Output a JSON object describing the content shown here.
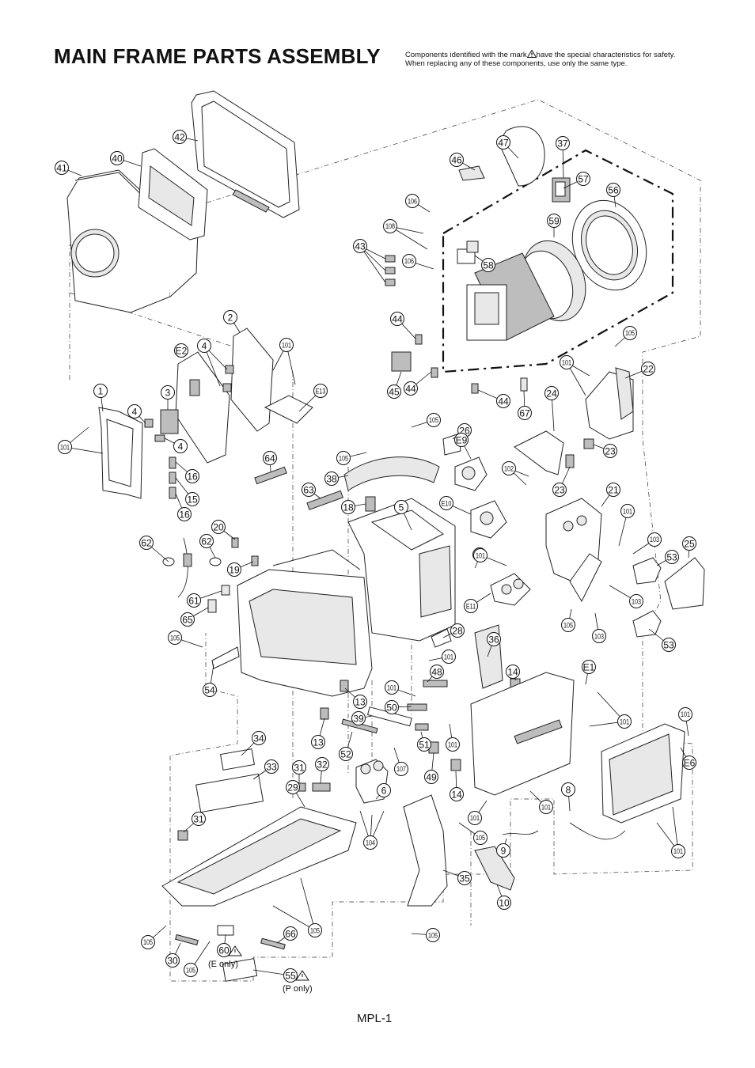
{
  "title": "MAIN FRAME PARTS ASSEMBLY",
  "note": {
    "line1_before": "Components identified with the mark",
    "line1_after": "have the special characteristics for safety.",
    "line2": "When replacing any of these components, use only the same type."
  },
  "footer": "MPL-1",
  "annotations": {
    "e_only": "(E only)",
    "p_only": "(P only)"
  },
  "callouts": [
    {
      "label": "42"
    },
    {
      "label": "40"
    },
    {
      "label": "41"
    },
    {
      "label": "47"
    },
    {
      "label": "37"
    },
    {
      "label": "46"
    },
    {
      "label": "57"
    },
    {
      "label": "56"
    },
    {
      "label": "106"
    },
    {
      "label": "108"
    },
    {
      "label": "59"
    },
    {
      "label": "43"
    },
    {
      "label": "106"
    },
    {
      "label": "58"
    },
    {
      "label": "2"
    },
    {
      "label": "44"
    },
    {
      "label": "101"
    },
    {
      "label": "E2"
    },
    {
      "label": "4"
    },
    {
      "label": "105"
    },
    {
      "label": "45"
    },
    {
      "label": "44"
    },
    {
      "label": "44"
    },
    {
      "label": "101"
    },
    {
      "label": "22"
    },
    {
      "label": "1"
    },
    {
      "label": "3"
    },
    {
      "label": "E13"
    },
    {
      "label": "24"
    },
    {
      "label": "4"
    },
    {
      "label": "67"
    },
    {
      "label": "105"
    },
    {
      "label": "101"
    },
    {
      "label": "4"
    },
    {
      "label": "26"
    },
    {
      "label": "E9"
    },
    {
      "label": "105"
    },
    {
      "label": "23"
    },
    {
      "label": "102"
    },
    {
      "label": "64"
    },
    {
      "label": "38"
    },
    {
      "label": "16"
    },
    {
      "label": "23"
    },
    {
      "label": "15"
    },
    {
      "label": "63"
    },
    {
      "label": "21"
    },
    {
      "label": "101"
    },
    {
      "label": "16"
    },
    {
      "label": "18"
    },
    {
      "label": "5"
    },
    {
      "label": "E10"
    },
    {
      "label": "105"
    },
    {
      "label": "20"
    },
    {
      "label": "103"
    },
    {
      "label": "25"
    },
    {
      "label": "62"
    },
    {
      "label": "62"
    },
    {
      "label": "53"
    },
    {
      "label": "19"
    },
    {
      "label": "101"
    },
    {
      "label": "61"
    },
    {
      "label": "103"
    },
    {
      "label": "65"
    },
    {
      "label": "E11"
    },
    {
      "label": "105"
    },
    {
      "label": "103"
    },
    {
      "label": "28"
    },
    {
      "label": "36"
    },
    {
      "label": "105"
    },
    {
      "label": "53"
    },
    {
      "label": "101"
    },
    {
      "label": "14"
    },
    {
      "label": "E1"
    },
    {
      "label": "48"
    },
    {
      "label": "54"
    },
    {
      "label": "101"
    },
    {
      "label": "13"
    },
    {
      "label": "50"
    },
    {
      "label": "101"
    },
    {
      "label": "101"
    },
    {
      "label": "39"
    },
    {
      "label": "13"
    },
    {
      "label": "51"
    },
    {
      "label": "101"
    },
    {
      "label": "E6"
    },
    {
      "label": "34"
    },
    {
      "label": "52"
    },
    {
      "label": "107"
    },
    {
      "label": "49"
    },
    {
      "label": "33"
    },
    {
      "label": "31"
    },
    {
      "label": "32"
    },
    {
      "label": "29"
    },
    {
      "label": "6"
    },
    {
      "label": "14"
    },
    {
      "label": "8"
    },
    {
      "label": "101"
    },
    {
      "label": "101"
    },
    {
      "label": "31"
    },
    {
      "label": "105"
    },
    {
      "label": "104"
    },
    {
      "label": "9"
    },
    {
      "label": "101"
    },
    {
      "label": "35"
    },
    {
      "label": "10"
    },
    {
      "label": "105"
    },
    {
      "label": "66"
    },
    {
      "label": "105"
    },
    {
      "label": "105"
    },
    {
      "label": "30"
    },
    {
      "label": "60"
    },
    {
      "label": "105"
    },
    {
      "label": "55"
    }
  ]
}
